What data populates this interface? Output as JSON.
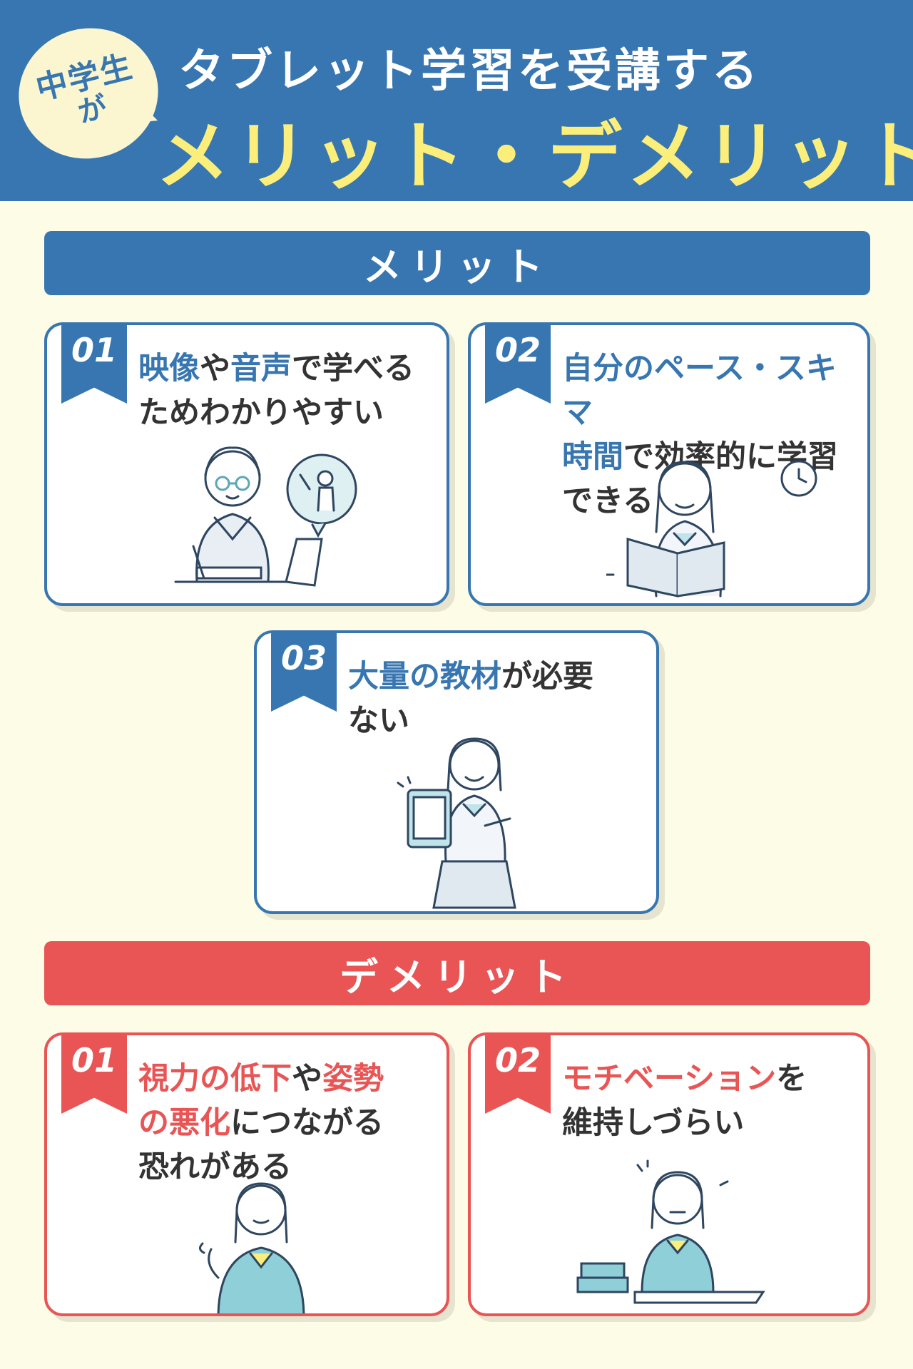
{
  "header": {
    "badge_line1": "中学生",
    "badge_line2": "が",
    "subtitle": "タブレット学習を受講する",
    "title": "メリット・デメリット"
  },
  "merit": {
    "heading": "メリット",
    "cards": [
      {
        "number": "01",
        "text": [
          {
            "t": "映像",
            "hl": true
          },
          {
            "t": "や",
            "hl": false
          },
          {
            "t": "音声",
            "hl": true
          },
          {
            "t": "で学べる",
            "hl": false
          },
          {
            "t": "\n",
            "hl": false
          },
          {
            "t": "ためわかりやすい",
            "hl": false
          }
        ]
      },
      {
        "number": "02",
        "text": [
          {
            "t": "自分のペース・スキマ",
            "hl": true
          },
          {
            "t": "\n",
            "hl": false
          },
          {
            "t": "時間",
            "hl": true
          },
          {
            "t": "で効率的に学習",
            "hl": false
          },
          {
            "t": "\n",
            "hl": false
          },
          {
            "t": "できる",
            "hl": false
          }
        ]
      },
      {
        "number": "03",
        "text": [
          {
            "t": "大量の教材",
            "hl": true
          },
          {
            "t": "が必要",
            "hl": false
          },
          {
            "t": "\n",
            "hl": false
          },
          {
            "t": "ない",
            "hl": false
          }
        ]
      }
    ]
  },
  "demerit": {
    "heading": "デメリット",
    "cards": [
      {
        "number": "01",
        "text": [
          {
            "t": "視力の低下",
            "hl": true
          },
          {
            "t": "や",
            "hl": false
          },
          {
            "t": "姿勢",
            "hl": true
          },
          {
            "t": "\n",
            "hl": false
          },
          {
            "t": "の悪化",
            "hl": true
          },
          {
            "t": "につながる",
            "hl": false
          },
          {
            "t": "\n",
            "hl": false
          },
          {
            "t": "恐れがある",
            "hl": false
          }
        ]
      },
      {
        "number": "02",
        "text": [
          {
            "t": "モチベーション",
            "hl": true
          },
          {
            "t": "を",
            "hl": false
          },
          {
            "t": "\n",
            "hl": false
          },
          {
            "t": "維持しづらい",
            "hl": false
          }
        ]
      }
    ]
  },
  "colors": {
    "blue": "#3776b0",
    "red": "#e95454",
    "yellow": "#fbee7a",
    "background": "#fdfce6"
  },
  "illustrations": {
    "merit_01": "student-writing-with-tablet-video-teacher",
    "merit_02": "student-reading-book-with-clock",
    "merit_03": "student-holding-tablet",
    "demerit_01": "tired-student-rubbing-eyes",
    "demerit_02": "unmotivated-student-at-desk"
  }
}
